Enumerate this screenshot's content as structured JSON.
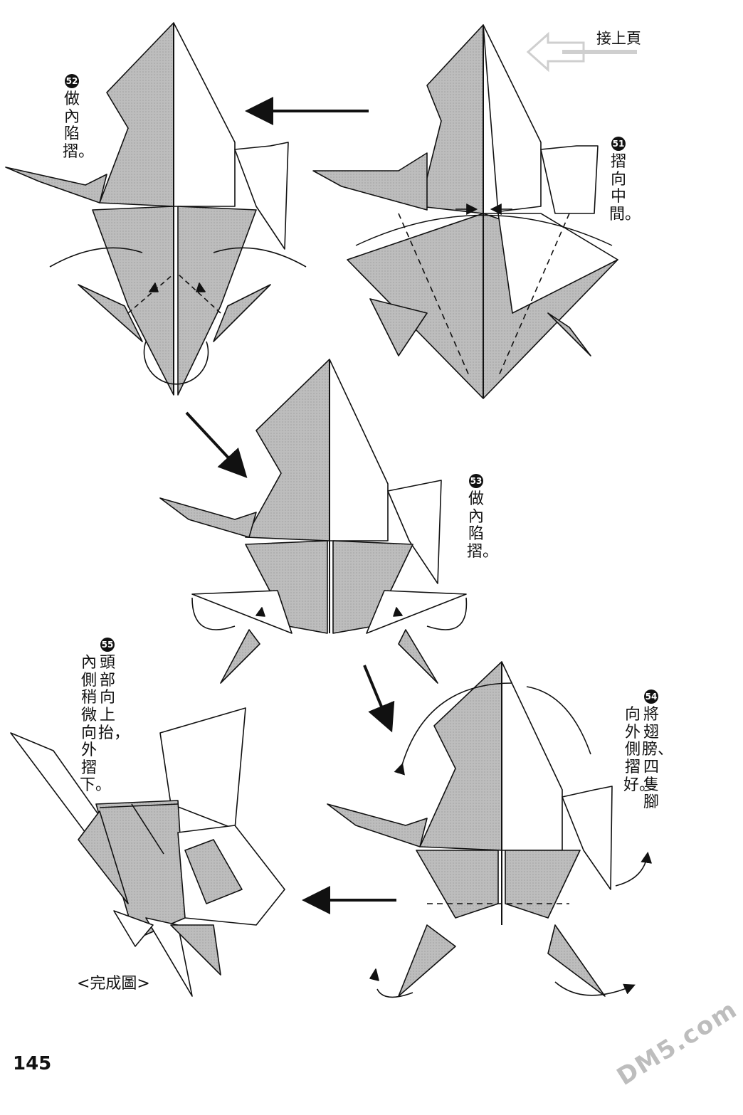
{
  "continuation": {
    "text": "接上頁"
  },
  "steps": [
    {
      "num": "51",
      "columns": [
        "摺向中間。"
      ]
    },
    {
      "num": "52",
      "columns": [
        "做內陷摺。"
      ]
    },
    {
      "num": "53",
      "columns": [
        "做內陷摺。"
      ]
    },
    {
      "num": "54",
      "columns": [
        "將翅膀、四隻腳",
        "向外側摺好。"
      ]
    },
    {
      "num": "55",
      "columns": [
        "頭部向上抬，",
        "內側稍微向外摺下。"
      ]
    }
  ],
  "completed_label": "<完成圖>",
  "page_number": "145",
  "watermark": "DM5.com",
  "colors": {
    "paper_shade": "#bdbdbd",
    "line": "#111111",
    "background": "#ffffff"
  }
}
